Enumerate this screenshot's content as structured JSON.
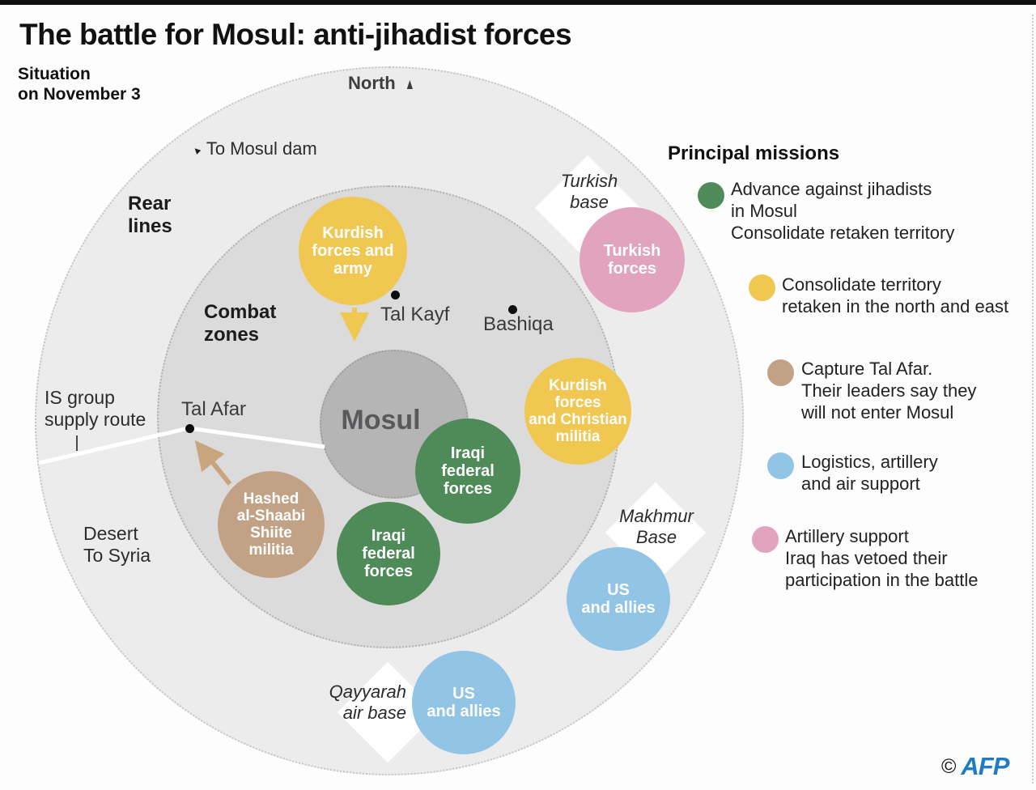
{
  "title": "The battle for Mosul: anti-jihadist forces",
  "subtitle": [
    "Situation",
    "on November 3"
  ],
  "compass": {
    "label": "North",
    "arrow": "▲"
  },
  "annotations": {
    "to_mosul_dam": {
      "arrow": "▲",
      "label": "To Mosul dam"
    },
    "rear_lines": [
      "Rear",
      "lines"
    ],
    "combat_zones": [
      "Combat",
      "zones"
    ],
    "is_route": [
      "IS group",
      "supply route"
    ],
    "desert": [
      "Desert",
      "To Syria"
    ]
  },
  "city_center": "Mosul",
  "places": [
    {
      "name": "Tal Kayf"
    },
    {
      "name": "Bashiqa"
    },
    {
      "name": "Tal Afar"
    }
  ],
  "bases": [
    {
      "lines": [
        "Turkish",
        "base"
      ]
    },
    {
      "lines": [
        "Makhmur",
        "Base"
      ]
    },
    {
      "lines": [
        "Qayyarah",
        "air base"
      ]
    }
  ],
  "forces": [
    {
      "id": "kurdish-north",
      "lines": [
        "Kurdish",
        "forces and",
        "army"
      ],
      "color": "#F0C751"
    },
    {
      "id": "turkish",
      "lines": [
        "Turkish",
        "forces"
      ],
      "color": "#E2A3BE"
    },
    {
      "id": "kurdish-christian",
      "lines": [
        "Kurdish",
        "forces",
        "and Christian",
        "militia"
      ],
      "color": "#F0C751"
    },
    {
      "id": "iraqi-federal-1",
      "lines": [
        "Iraqi",
        "federal",
        "forces"
      ],
      "color": "#4E8B59"
    },
    {
      "id": "iraqi-federal-2",
      "lines": [
        "Iraqi",
        "federal",
        "forces"
      ],
      "color": "#4E8B59"
    },
    {
      "id": "hashed",
      "lines": [
        "Hashed",
        "al-Shaabi",
        "Shiite",
        "militia"
      ],
      "color": "#C2A284"
    },
    {
      "id": "us-allies-1",
      "lines": [
        "US",
        "and allies"
      ],
      "color": "#92C5E5"
    },
    {
      "id": "us-allies-2",
      "lines": [
        "US",
        "and allies"
      ],
      "color": "#92C5E5"
    }
  ],
  "legend": {
    "title": "Principal missions",
    "items": [
      {
        "color": "#4E8B59",
        "lines": [
          "Advance against jihadists",
          "in Mosul",
          "Consolidate retaken territory"
        ]
      },
      {
        "color": "#F0C751",
        "lines": [
          "Consolidate territory",
          "retaken in the north and east"
        ]
      },
      {
        "color": "#C2A284",
        "lines": [
          "Capture Tal Afar.",
          "Their leaders say they",
          "will not enter Mosul"
        ]
      },
      {
        "color": "#92C5E5",
        "lines": [
          "Logistics, artillery",
          "and air support"
        ]
      },
      {
        "color": "#E2A3BE",
        "lines": [
          "Artillery support",
          "Iraq has vetoed their",
          "participation in the battle"
        ]
      }
    ]
  },
  "zone_colors": {
    "rear": "#ECECEC",
    "combat": "#DBDBDC",
    "mosul": "#B5B5B6"
  },
  "footer": {
    "copyright": "©",
    "agency": "AFP",
    "agency_color": "#1F7BC2"
  }
}
